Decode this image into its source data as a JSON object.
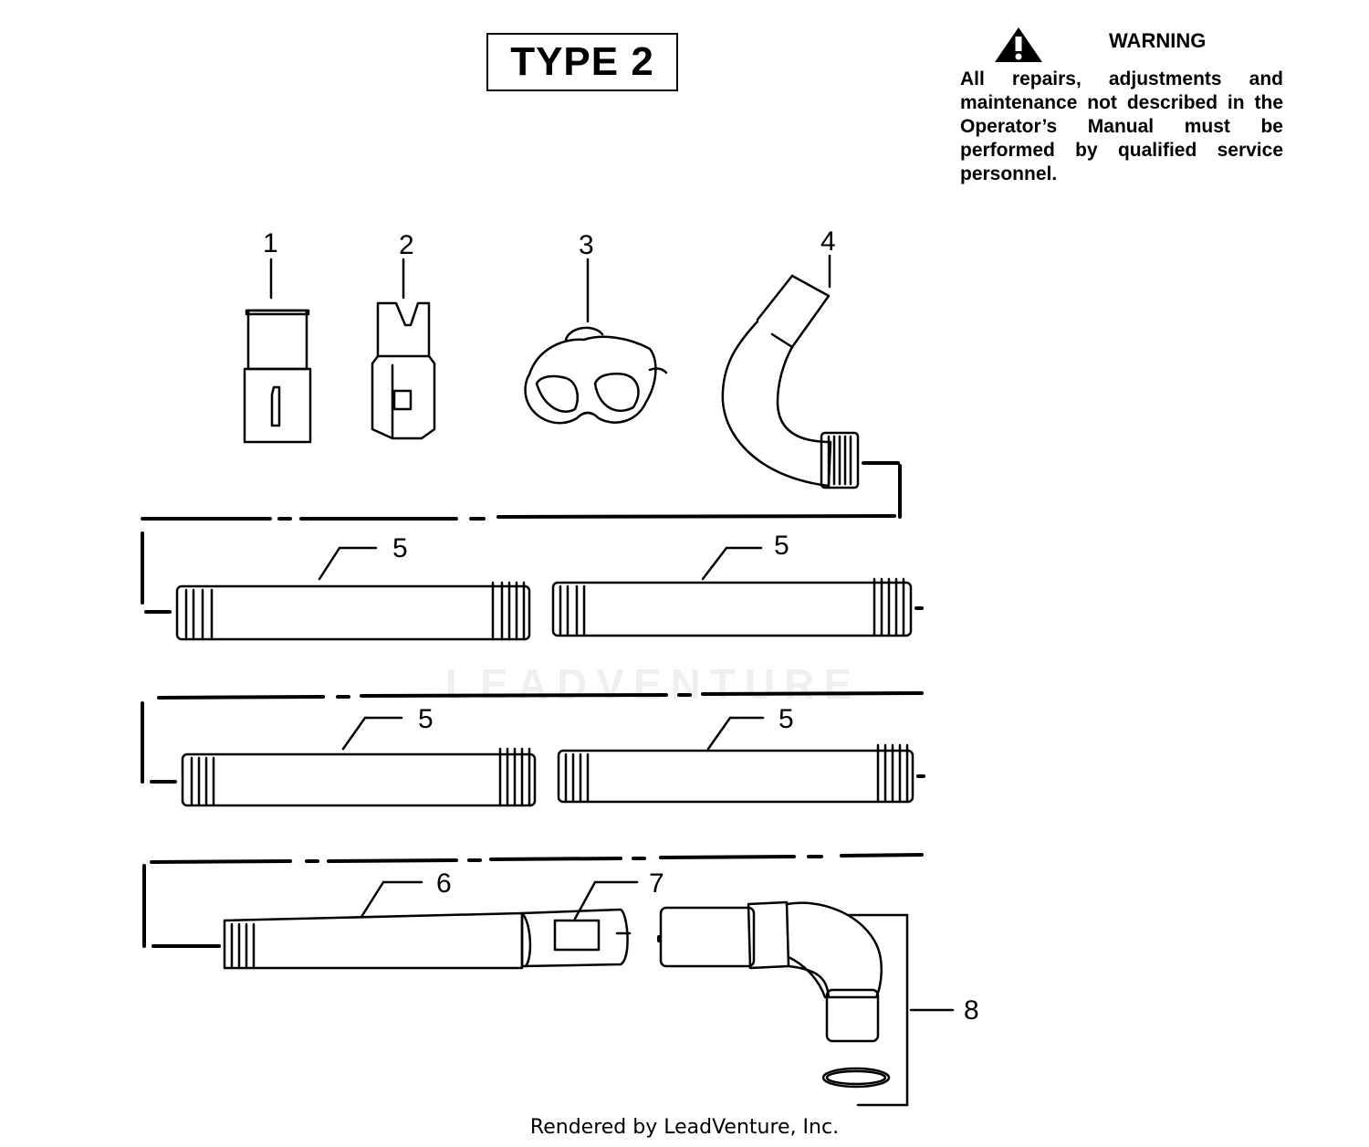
{
  "header": {
    "type_label": "TYPE 2"
  },
  "warning": {
    "title": "WARNING",
    "text": "All repairs, adjustments and maintenance not described in the Operator’s Manual must be performed by qualified service personnel.",
    "icon": "warning-triangle-icon"
  },
  "callouts": {
    "c1": "1",
    "c2": "2",
    "c3": "3",
    "c4": "4",
    "c5a": "5",
    "c5b": "5",
    "c5c": "5",
    "c5d": "5",
    "c6": "6",
    "c7": "7",
    "c8": "8"
  },
  "footer": {
    "text": "Rendered by LeadVenture, Inc."
  },
  "watermark": {
    "text": "LEADVENTURE"
  }
}
